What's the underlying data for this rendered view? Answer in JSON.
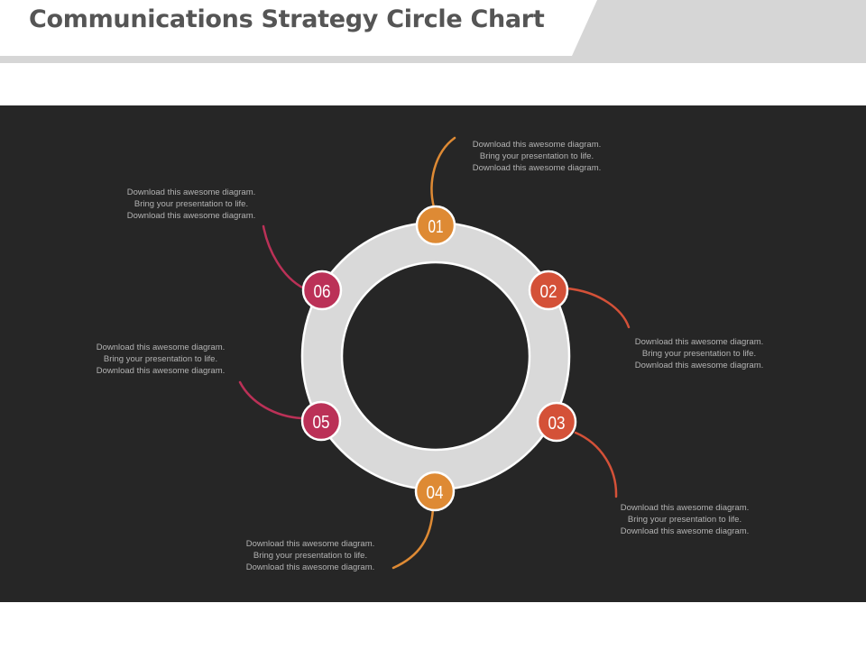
{
  "header": {
    "title": "Communications Strategy Circle Chart"
  },
  "colors": {
    "panel_bg": "#262626",
    "ring": "#d9d9d9",
    "orange": "#de8a34",
    "red_orange": "#d45138",
    "crimson": "#bb3157"
  },
  "steps": [
    {
      "number": "01",
      "color": "#de8a34",
      "line1": "Download this awesome diagram.",
      "line2": "Bring your presentation to life.",
      "line3": "Download this awesome diagram."
    },
    {
      "number": "02",
      "color": "#d45138",
      "line1": "Download this awesome diagram.",
      "line2": "Bring your presentation to life.",
      "line3": "Download this awesome diagram."
    },
    {
      "number": "03",
      "color": "#d45138",
      "line1": "Download this awesome diagram.",
      "line2": "Bring your presentation to life.",
      "line3": "Download this awesome diagram."
    },
    {
      "number": "04",
      "color": "#de8a34",
      "line1": "Download this awesome diagram.",
      "line2": "Bring your presentation to life.",
      "line3": "Download this awesome diagram."
    },
    {
      "number": "05",
      "color": "#bb3157",
      "line1": "Download this awesome diagram.",
      "line2": "Bring your presentation to life.",
      "line3": "Download this awesome diagram."
    },
    {
      "number": "06",
      "color": "#bb3157",
      "line1": "Download this awesome diagram.",
      "line2": "Bring your presentation to life.",
      "line3": "Download this awesome diagram."
    }
  ]
}
